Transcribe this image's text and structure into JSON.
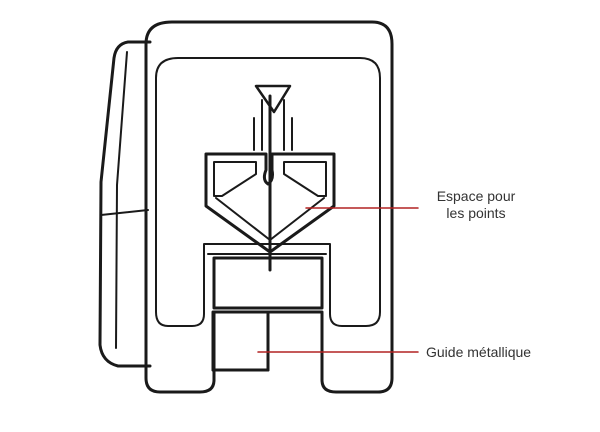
{
  "colors": {
    "outline": "#1a1a1a",
    "callout_line": "#b22222",
    "label_text": "#333333"
  },
  "callouts": {
    "stitch_space": {
      "line1": "Espace pour",
      "line2": "les points"
    },
    "metal_guide": {
      "label": "Guide métallique"
    }
  }
}
